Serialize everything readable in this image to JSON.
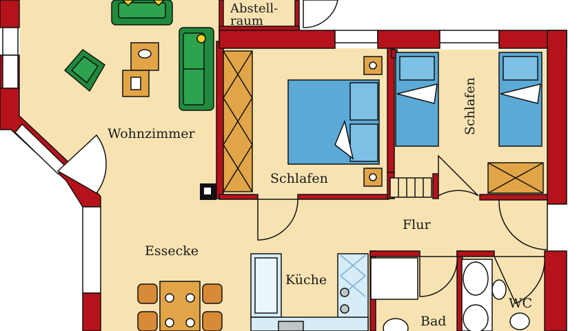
{
  "rooms": {
    "abstellraum_line1": "Abstell-",
    "abstellraum_line2": "raum",
    "wohnzimmer": "Wohnzimmer",
    "schlafen_main": "Schlafen",
    "schlafen_kids": "Schlafen",
    "flur": "Flur",
    "essecke": "Essecke",
    "kueche": "Küche",
    "bad": "Bad",
    "wc": "WC"
  },
  "colors": {
    "floor": "#f7e3b2",
    "wall": "#b5121b",
    "outline": "#111111",
    "bed": "#5aa9d6",
    "furniture_wood": "#e1a548",
    "sofa": "#1f8a3c",
    "kitchen_counter": "#d6ecf7",
    "background": "#ffffff"
  }
}
